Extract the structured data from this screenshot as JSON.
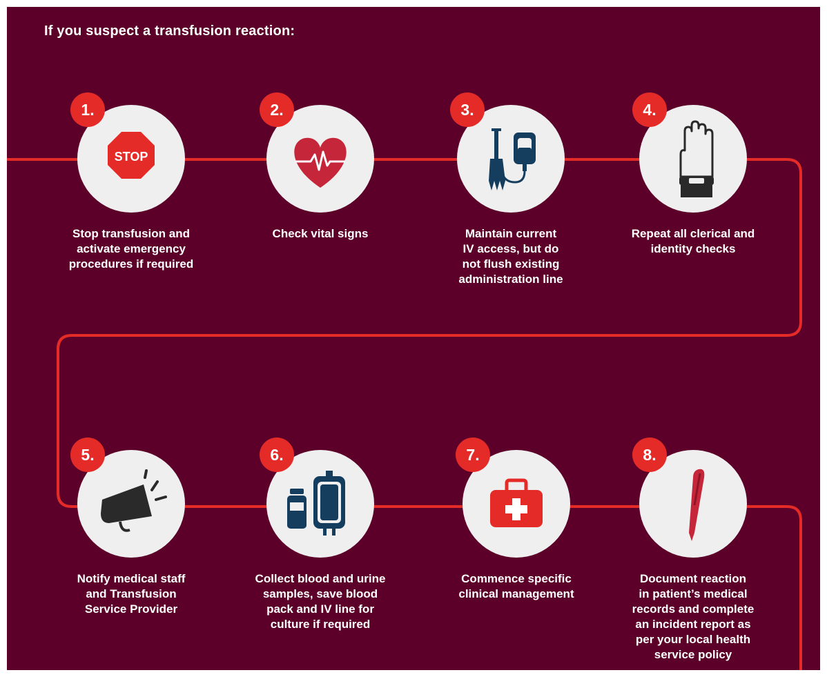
{
  "title": "If you suspect a transfusion reaction:",
  "colors": {
    "background": "#5c0029",
    "accent": "#e42b28",
    "circle": "#efefef",
    "icon_dark": "#153d5e",
    "text": "#ffffff"
  },
  "steps": [
    {
      "number": "1.",
      "icon": "stop-sign-icon",
      "icon_text": "STOP",
      "lines": [
        "Stop transfusion and",
        "activate emergency",
        "procedures if required"
      ]
    },
    {
      "number": "2.",
      "icon": "heart-pulse-icon",
      "lines": [
        "Check vital signs"
      ]
    },
    {
      "number": "3.",
      "icon": "iv-drip-icon",
      "lines": [
        "Maintain current",
        "IV access, but do",
        "not flush existing",
        "administration line"
      ]
    },
    {
      "number": "4.",
      "icon": "hand-wristband-icon",
      "lines": [
        "Repeat all clerical and",
        "identity checks"
      ]
    },
    {
      "number": "5.",
      "icon": "megaphone-icon",
      "lines": [
        "Notify medical staff",
        "and Transfusion",
        "Service Provider"
      ]
    },
    {
      "number": "6.",
      "icon": "sample-bottle-blood-bag-icon",
      "lines": [
        "Collect blood and urine",
        "samples, save blood",
        "pack and IV line for",
        "culture if required"
      ]
    },
    {
      "number": "7.",
      "icon": "first-aid-kit-icon",
      "lines": [
        "Commence specific",
        "clinical management"
      ]
    },
    {
      "number": "8.",
      "icon": "pen-icon",
      "lines": [
        "Document reaction",
        "in patient’s medical",
        "records and complete",
        "an incident report as",
        "per your local health",
        "service policy"
      ]
    }
  ]
}
